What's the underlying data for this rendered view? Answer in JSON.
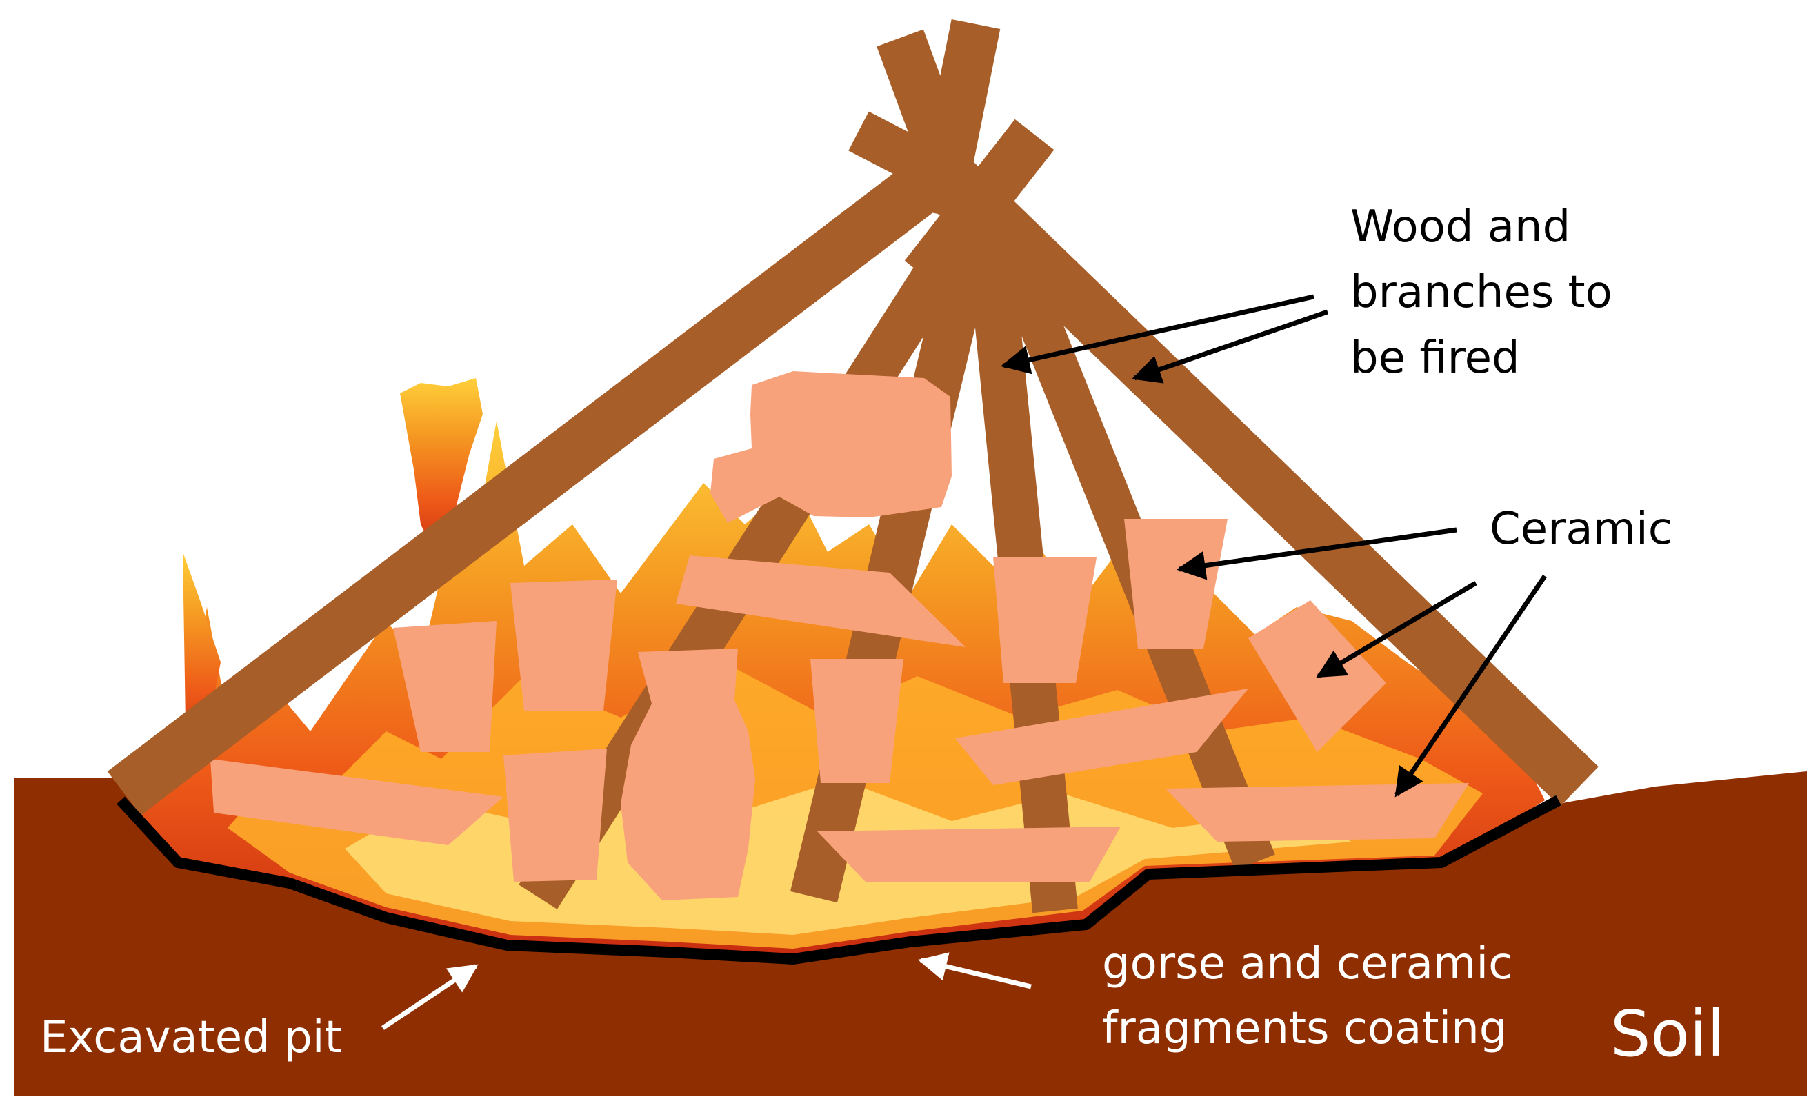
{
  "colors": {
    "background": "#ffffff",
    "soil": "#8f2e00",
    "pit_lining": "#000000",
    "wood": "#a85e28",
    "wood_dark": "#8a4b1f",
    "ceramic": "#f8a27c",
    "flame_outer": "#e8401a",
    "flame_mid": "#f5901e",
    "flame_inner": "#ffd23a",
    "label_dark": "#000000",
    "label_light": "#ffffff"
  },
  "labels": {
    "wood": [
      "Wood and",
      "branches to",
      "be fired"
    ],
    "ceramic": "Ceramic",
    "coating": [
      "gorse and ceramic",
      "fragments coating"
    ],
    "pit": "Excavated pit",
    "soil": "Soil"
  },
  "icons": {
    "wood_arrows": "arrow-icon",
    "ceramic_arrows": "arrow-icon",
    "pit_arrow": "arrow-icon",
    "coating_arrow": "arrow-icon"
  }
}
